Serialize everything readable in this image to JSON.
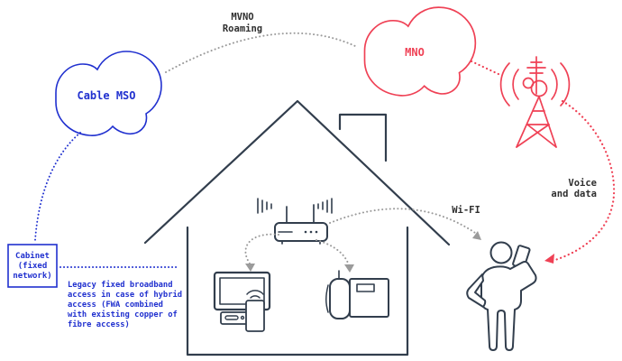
{
  "clouds": {
    "cable_mso_label": "Cable MSO",
    "mno_label": "MNO"
  },
  "links": {
    "mvno_roaming": {
      "line1": "MVNO",
      "line2": "Roaming"
    },
    "wifi_label": "Wi-FI",
    "voice_data": {
      "line1": "Voice",
      "line2": "and data"
    }
  },
  "cabinet": {
    "line1": "Cabinet",
    "line2": "(fixed",
    "line3": "network)"
  },
  "legacy_note": {
    "line1": "Legacy fixed broadband",
    "line2": "access in case of hybrid",
    "line3": "access (FWA combined",
    "line4": "with existing copper of",
    "line5": "fibre access)"
  },
  "colors": {
    "fixed_blue": "#2030cf",
    "mobile_red": "#ef4155",
    "device_dark": "#323e4d",
    "link_gray": "#9b9b9b",
    "label_dark": "#2f2f2f"
  }
}
